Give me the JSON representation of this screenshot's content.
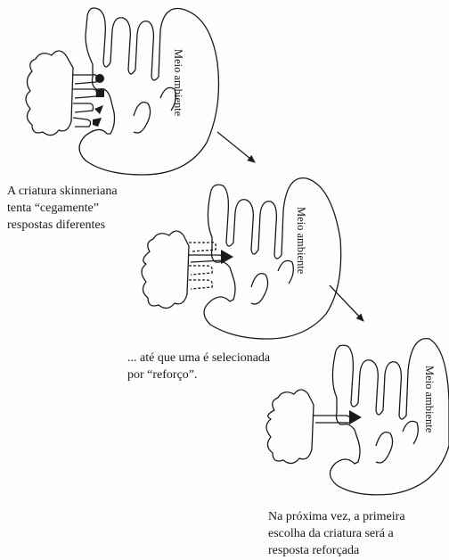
{
  "panels": [
    {
      "label": "Meio ambiente",
      "caption": [
        "A criatura skinneriana",
        "tenta “cegamente”",
        "respostas diferentes"
      ]
    },
    {
      "label": "Meio ambiente",
      "caption": [
        "... até que uma é selecionada",
        "por “reforço”."
      ]
    },
    {
      "label": "Meio ambiente",
      "caption": [
        "Na próxima vez, a primeira",
        "escolha da criatura será a",
        "resposta reforçada"
      ]
    }
  ]
}
